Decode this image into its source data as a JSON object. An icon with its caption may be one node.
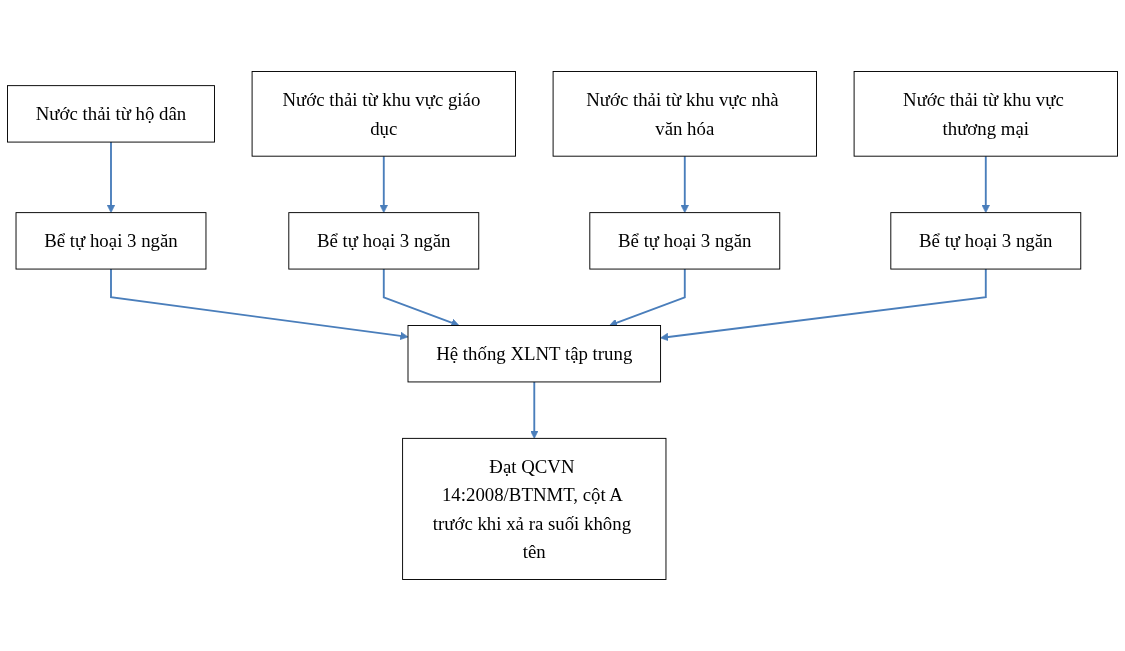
{
  "diagram": {
    "nodes": [
      {
        "text": [
          "Nước thải từ hộ dân"
        ]
      },
      {
        "text": [
          "Nước thải từ khu vực giáo dục"
        ]
      },
      {
        "text": [
          "Nước thải từ khu vực nhà văn hóa"
        ]
      },
      {
        "text": [
          "Nước thải từ khu vực thương mại"
        ]
      },
      {
        "text": [
          "Bể tự hoại 3 ngăn"
        ]
      },
      {
        "text": [
          "Bể tự hoại 3 ngăn"
        ]
      },
      {
        "text": [
          "Bể tự hoại 3 ngăn"
        ]
      },
      {
        "text": [
          "Bể tự hoại 3 ngăn"
        ]
      },
      {
        "text": [
          "Hệ thống XLNT tập trung"
        ]
      },
      {
        "text": [
          "Đạt QCVN 14:2008/BTNMT, cột A trước khi xả ra suối không tên"
        ]
      }
    ],
    "edges": [
      {
        "from": 0,
        "to": 4,
        "arrow": "to"
      },
      {
        "from": 1,
        "to": 5,
        "arrow": "to"
      },
      {
        "from": 2,
        "to": 6,
        "arrow": "to"
      },
      {
        "from": 3,
        "to": 7,
        "arrow": "to"
      },
      {
        "from": 4,
        "to": 8,
        "arrow": "to"
      },
      {
        "from": 5,
        "to": 8,
        "arrow": "to"
      },
      {
        "from": 6,
        "to": 8,
        "arrow": "to"
      },
      {
        "from": 7,
        "to": 8,
        "arrow": "to"
      },
      {
        "from": 8,
        "to": 9,
        "arrow": "to"
      }
    ]
  }
}
